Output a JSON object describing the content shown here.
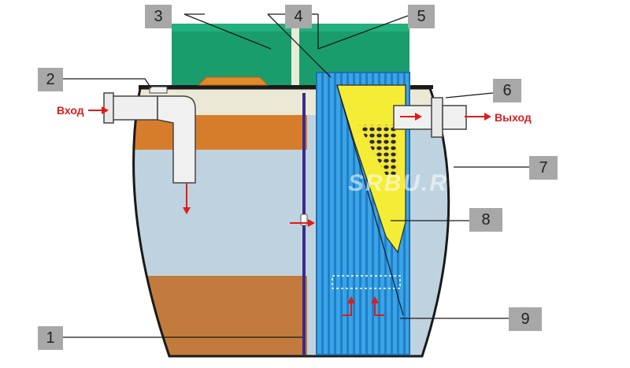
{
  "labels": {
    "inlet": "Вход",
    "outlet": "Выход",
    "watermark": "SRBU.RU"
  },
  "callouts": [
    {
      "id": "1",
      "text": "1"
    },
    {
      "id": "2",
      "text": "2"
    },
    {
      "id": "3",
      "text": "3"
    },
    {
      "id": "4",
      "text": "4"
    },
    {
      "id": "5",
      "text": "5"
    },
    {
      "id": "6",
      "text": "6"
    },
    {
      "id": "7",
      "text": "7"
    },
    {
      "id": "8",
      "text": "8"
    },
    {
      "id": "9",
      "text": "9"
    }
  ],
  "colors": {
    "callout_box": "#a8a8a8",
    "lid_green": "#169a6b",
    "sludge": "#c07a3a",
    "scum": "#d9802c",
    "water": "#bdd3df",
    "air": "#ece8d8",
    "filter_blue": "#2f9be0",
    "filter_yellow": "#f5ee3a",
    "arrow_red": "#e01b1b"
  }
}
